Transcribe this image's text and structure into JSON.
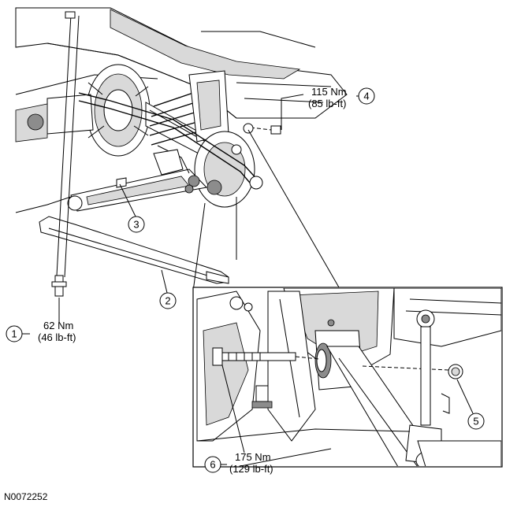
{
  "callouts": [
    {
      "number": "1"
    },
    {
      "number": "2"
    },
    {
      "number": "3"
    },
    {
      "number": "4"
    },
    {
      "number": "5"
    },
    {
      "number": "6"
    }
  ],
  "torque_specs": {
    "bolt_1": {
      "nm": "62 Nm",
      "lbft": "(46 lb-ft)"
    },
    "nut_4": {
      "nm": "115 Nm",
      "lbft": "(85 lb-ft)"
    },
    "bolt_6": {
      "nm": "175 Nm",
      "lbft": "(129 lb-ft)"
    }
  },
  "figure_id": "N0072252"
}
